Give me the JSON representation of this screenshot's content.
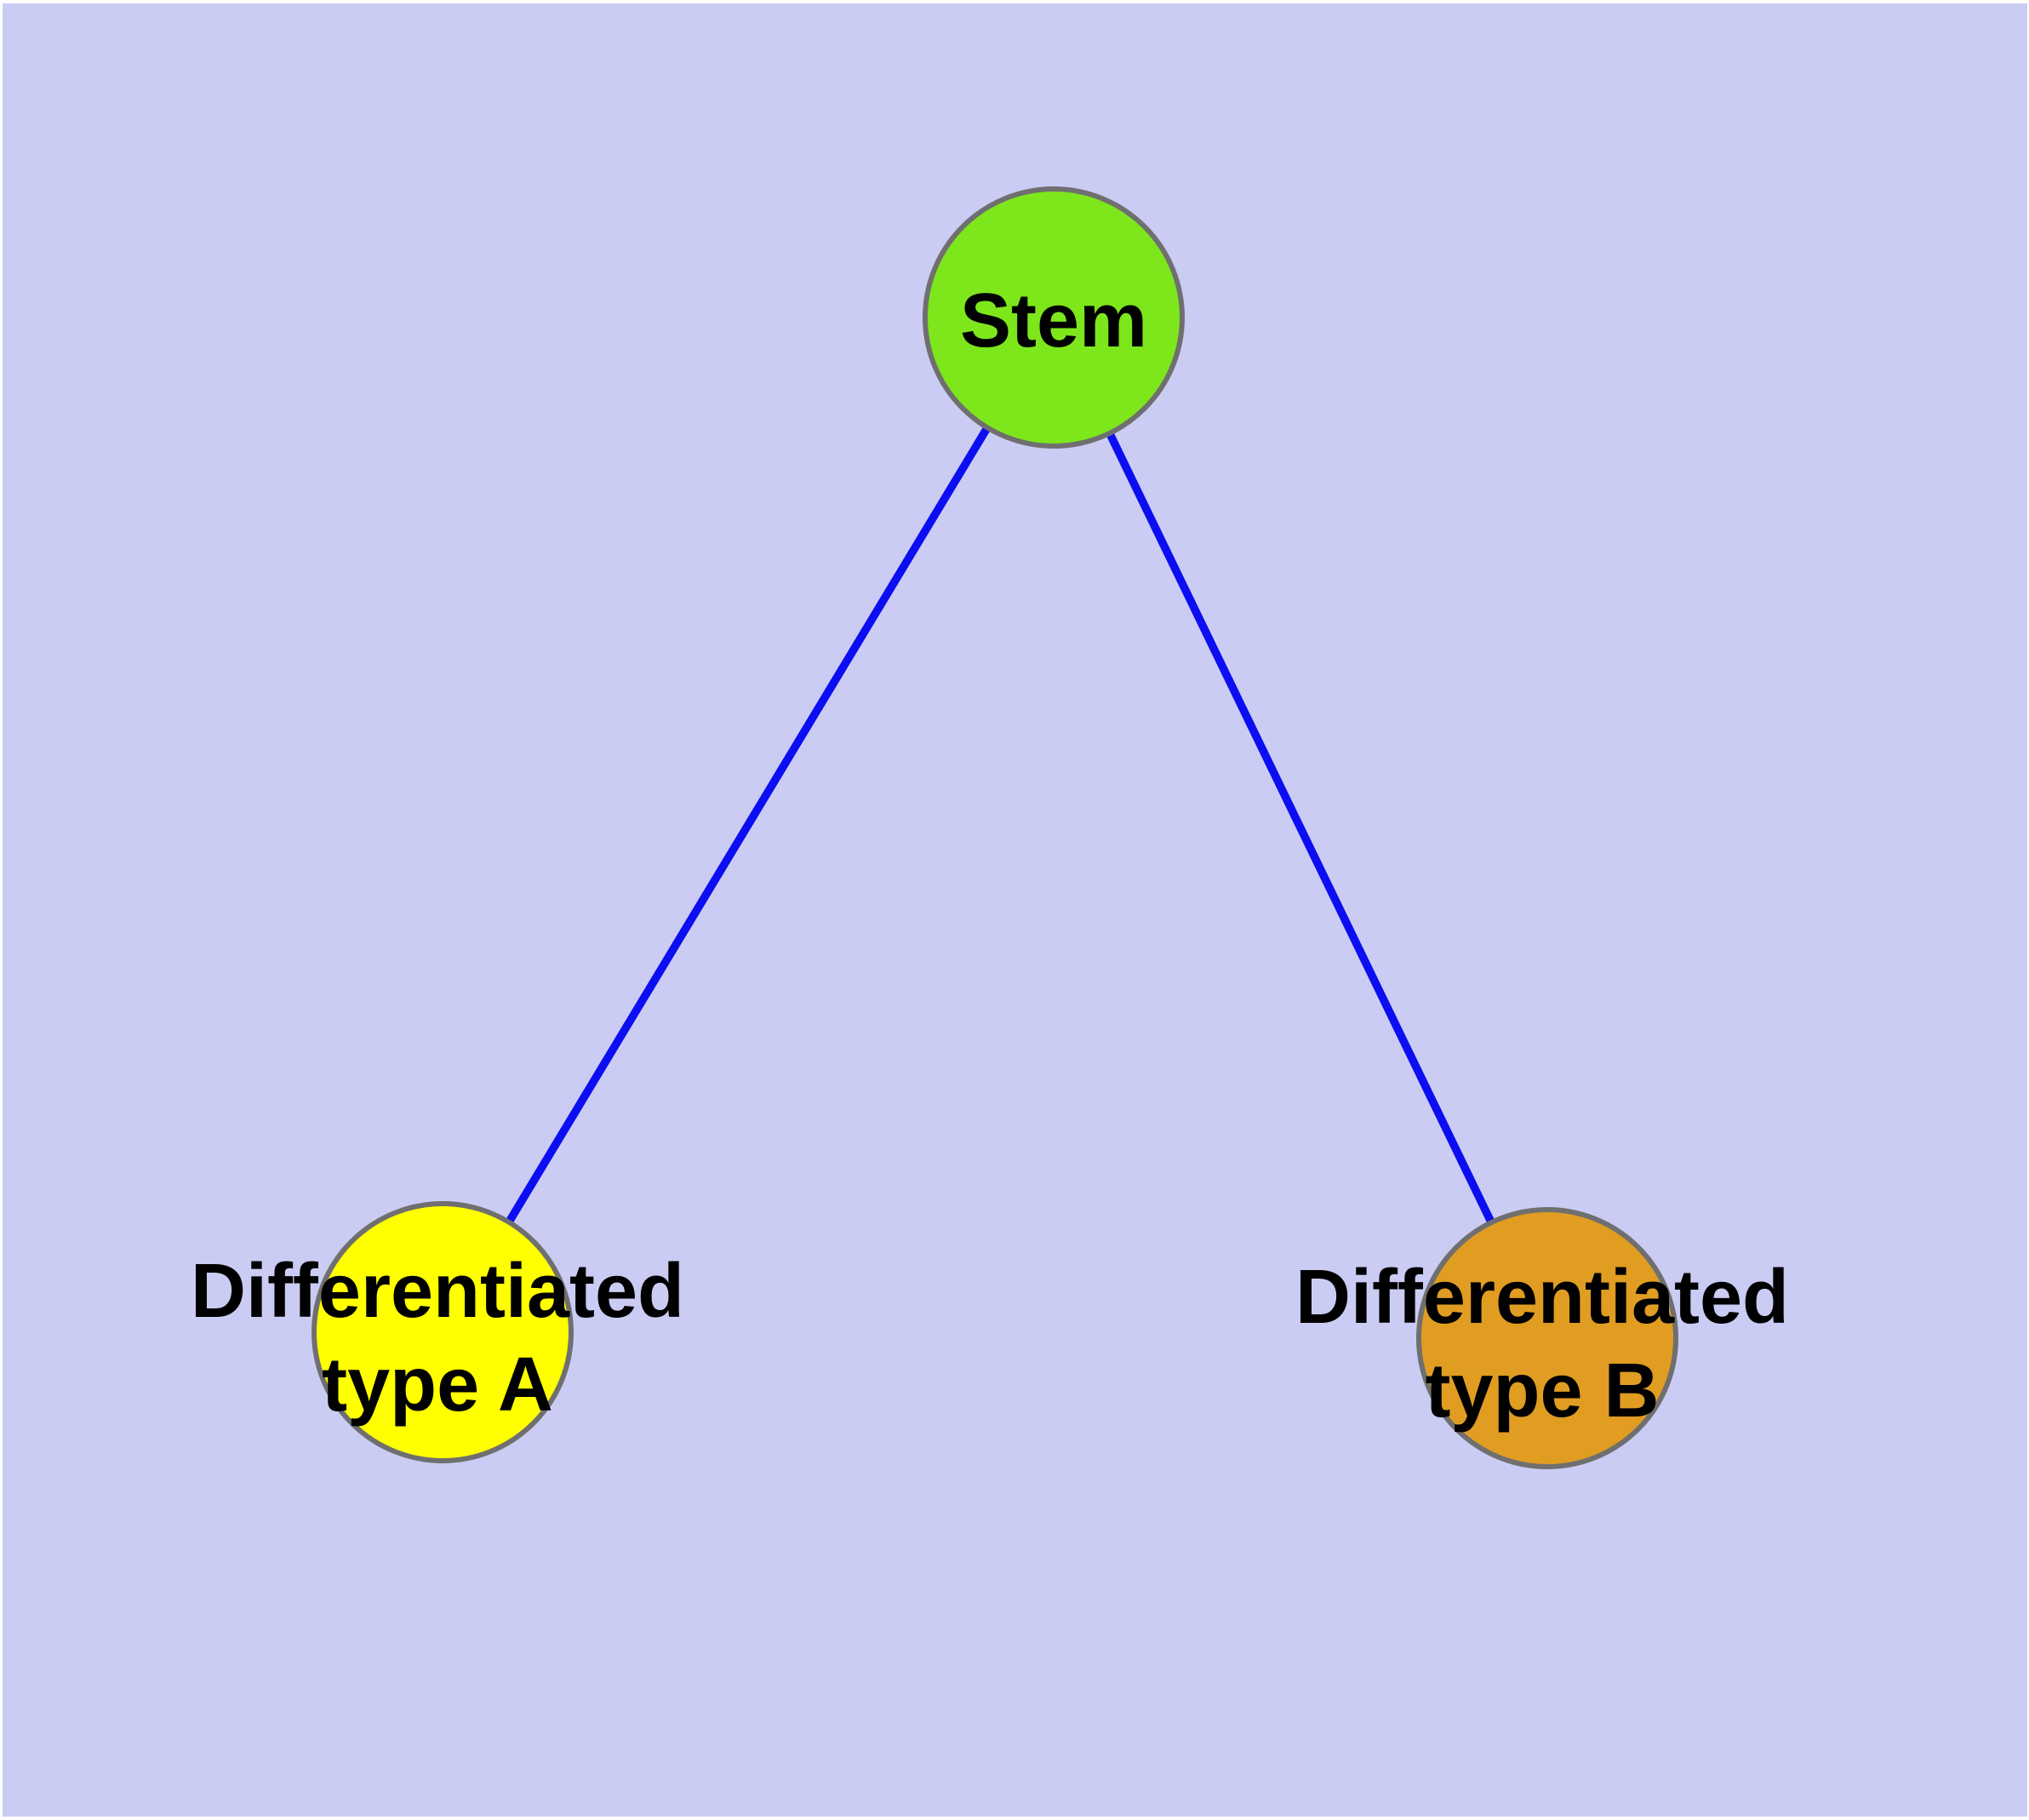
{
  "diagram": {
    "outer_background": "#ffffff",
    "background": "#cbccf3",
    "edge_color": "#0d0df2",
    "node_border_color": "#6f6f6f",
    "text_color": "#000000",
    "nodes": [
      {
        "id": "stem",
        "label": "Stem",
        "fill": "#7de71c"
      },
      {
        "id": "differentiated-type-a",
        "label_line1": "Differentiated",
        "label_line2": "type A",
        "fill": "#ffff00"
      },
      {
        "id": "differentiated-type-b",
        "label_line1": "Differentiated",
        "label_line2": "type B",
        "fill": "#e09d22"
      }
    ],
    "edges": [
      {
        "from": "Stem",
        "to": "Differentiated type A"
      },
      {
        "from": "Stem",
        "to": "Differentiated type B"
      }
    ]
  }
}
